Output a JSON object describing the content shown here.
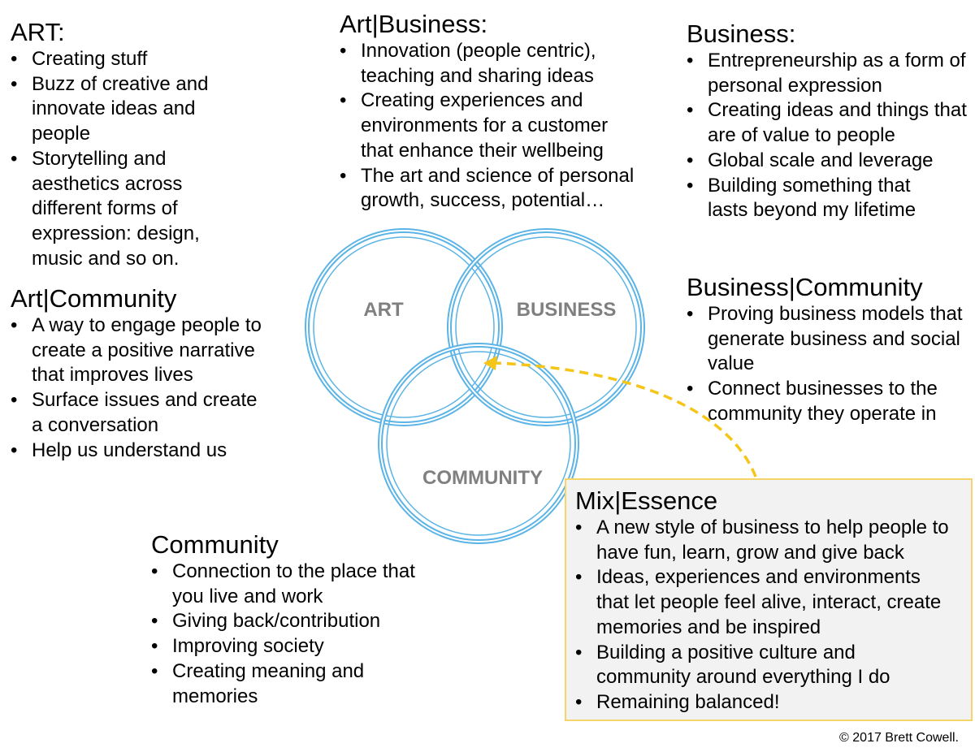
{
  "art": {
    "heading": "ART:",
    "items": [
      "Creating stuff",
      "Buzz of creative and innovate ideas and people",
      "Storytelling and aesthetics across different forms of expression: design, music and so on."
    ]
  },
  "art_business": {
    "heading": "Art|Business:",
    "items": [
      "Innovation (people centric), teaching and sharing ideas",
      "Creating experiences and environments for a customer that enhance their wellbeing",
      "The art and science of personal growth, success, potential…"
    ]
  },
  "business": {
    "heading": "Business:",
    "items": [
      "Entrepreneurship as a form of personal expression",
      "Creating ideas and things that are of value to people",
      "Global scale and leverage",
      "Building something that lasts beyond my lifetime"
    ]
  },
  "art_community": {
    "heading": "Art|Community",
    "items": [
      "A way to engage people to create a positive narrative that improves lives",
      "Surface issues and create a conversation",
      "Help us understand us"
    ]
  },
  "business_community": {
    "heading": "Business|Community",
    "items": [
      "Proving business models that generate business and social value",
      "Connect businesses to the community they operate in"
    ]
  },
  "community": {
    "heading": "Community",
    "items": [
      "Connection to the place that you live and work",
      "Giving back/contribution",
      "Improving society",
      "Creating meaning and memories"
    ]
  },
  "mix_essence": {
    "heading": "Mix|Essence",
    "items": [
      "A new style of business to help people to have fun, learn, grow and give back",
      "Ideas, experiences and environments that let people feel alive, interact, create memories and be inspired",
      "Building a positive culture and community around everything I do",
      "Remaining balanced!"
    ]
  },
  "venn": {
    "labels": {
      "art": "ART",
      "business": "BUSINESS",
      "community": "COMMUNITY"
    },
    "circle_color": "#5bb4e5",
    "arrow_color": "#f5c518"
  },
  "copyright": "© 2017 Brett Cowell."
}
